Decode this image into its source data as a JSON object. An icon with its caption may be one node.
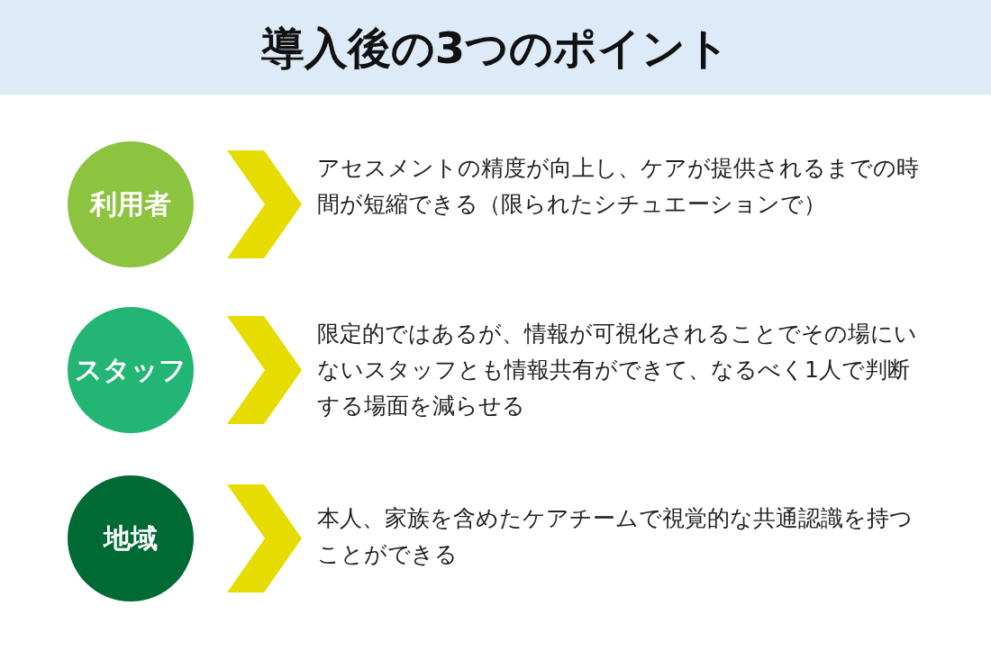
{
  "diagram": {
    "title": "導入後の3つのポイント",
    "nodes": [
      {
        "text": [
          "利用者"
        ]
      },
      {
        "text": [
          "アセスメントの精度が向上し、ケアが提供されるまでの時間が短縮できる（限られたシチュエーションで）"
        ]
      },
      {
        "text": [
          "スタッフ"
        ]
      },
      {
        "text": [
          "限定的ではあるが、情報が可視化されることでその場にいないスタッフとも情報共有ができて、なるべく1人で判断する場面を減らせる"
        ]
      },
      {
        "text": [
          "地域"
        ]
      },
      {
        "text": [
          "本人、家族を含めたケアチームで視覚的な共通認識を持つことができる"
        ]
      }
    ],
    "edges": [
      {
        "from": 0,
        "to": 1,
        "arrow": "to"
      },
      {
        "from": 2,
        "to": 3,
        "arrow": "to"
      },
      {
        "from": 4,
        "to": 5,
        "arrow": "to"
      }
    ]
  }
}
